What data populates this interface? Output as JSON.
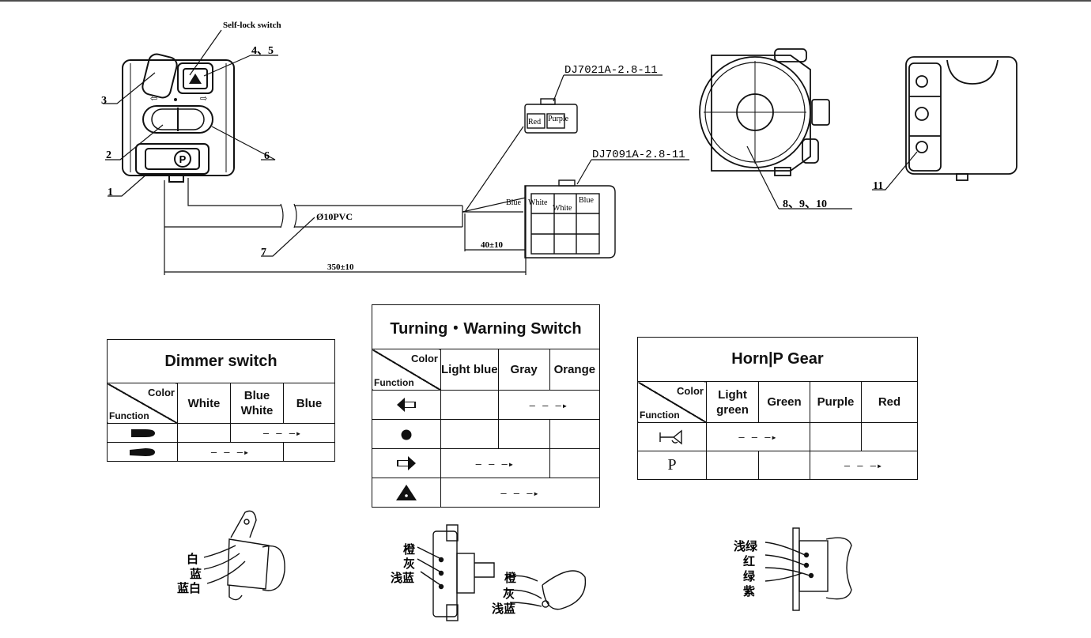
{
  "diagram": {
    "labels": {
      "self_lock": "Self-lock switch",
      "n1": "1",
      "n2": "2",
      "n3": "3",
      "n45": "4、5",
      "n6": "6",
      "n7": "7",
      "n8910": "8、9、10",
      "n11": "11",
      "conn1": "DJ7021A-2.8-11",
      "conn2": "DJ7091A-2.8-11",
      "pvc": "Ø10PVC",
      "dim_short": "40±10",
      "dim_long": "350±10",
      "c1_red": "Red",
      "c1_purple": "Purple",
      "c2_blue": "Blue",
      "c2_white": "White",
      "c2_white2": "White",
      "c2_blue2": "Blue"
    },
    "bottom": {
      "left": [
        "白",
        "蓝",
        "蓝白"
      ],
      "mid_left": [
        "橙",
        "灰",
        "浅蓝"
      ],
      "mid_right": [
        "橙",
        "灰",
        "浅蓝"
      ],
      "right": [
        "浅绿",
        "红",
        "绿",
        "紫"
      ]
    }
  },
  "tables": {
    "dimmer": {
      "title": "Dimmer switch",
      "color_label": "Color",
      "function_label": "Function",
      "headers": [
        "White",
        "Blue White",
        "Blue"
      ],
      "rows": [
        {
          "icon": "high-beam-icon"
        },
        {
          "icon": "low-beam-icon"
        }
      ],
      "arrow": "– – –▸"
    },
    "turning": {
      "title": "Turning・Warning Switch",
      "color_label": "Color",
      "function_label": "Function",
      "headers": [
        "Light blue",
        "Gray",
        "Orange"
      ],
      "rows": [
        {
          "icon": "left-arrow-icon"
        },
        {
          "icon": "dot-icon"
        },
        {
          "icon": "right-arrow-icon"
        },
        {
          "icon": "hazard-icon"
        }
      ],
      "arrow": "– – –▸"
    },
    "horn": {
      "title": "Horn|P Gear",
      "color_label": "Color",
      "function_label": "Function",
      "headers": [
        "Light green",
        "Green",
        "Purple",
        "Red"
      ],
      "rows": [
        {
          "icon": "horn-icon"
        },
        {
          "icon": "p-gear-icon",
          "label": "P"
        }
      ],
      "arrow": "– – –▸"
    }
  }
}
